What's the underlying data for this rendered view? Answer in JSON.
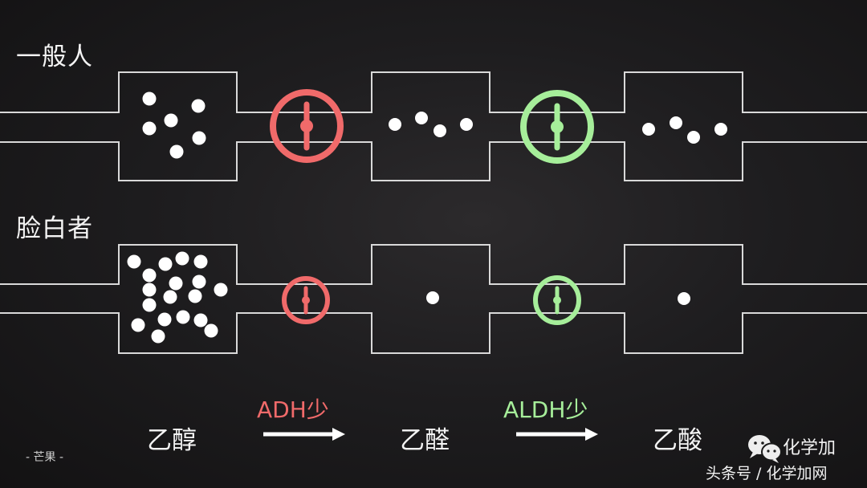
{
  "rows": [
    {
      "label": "一般人",
      "label_color": "#f4f4f4"
    },
    {
      "label": "脸白者",
      "label_color": "#f4f4f4"
    }
  ],
  "steps": [
    {
      "name": "乙醇"
    },
    {
      "name": "乙醛"
    },
    {
      "name": "乙酸"
    }
  ],
  "enzymes": [
    {
      "label": "ADH少",
      "color": "#f06a6a"
    },
    {
      "label": "ALDH少",
      "color": "#a6ee9a"
    }
  ],
  "signature": "- 芒果 -",
  "watermark": {
    "brand": "化学加",
    "sub": "头条号 / 化学加网",
    "icon": "wechat-icon"
  },
  "colors": {
    "background": "#1e1d1f",
    "line": "#d9d9d9",
    "dot": "#ffffff",
    "adh": "#f06a6a",
    "aldh": "#a6ee9a"
  },
  "diagram": {
    "normal_row": {
      "ethanol_dots": 6,
      "acetaldehyde_dots": 4,
      "acetic_acid_dots": 4,
      "adh_valve": "large",
      "aldh_valve": "large"
    },
    "pale_row": {
      "ethanol_dots": 20,
      "acetaldehyde_dots": 1,
      "acetic_acid_dots": 1,
      "adh_valve": "small",
      "aldh_valve": "small"
    }
  }
}
